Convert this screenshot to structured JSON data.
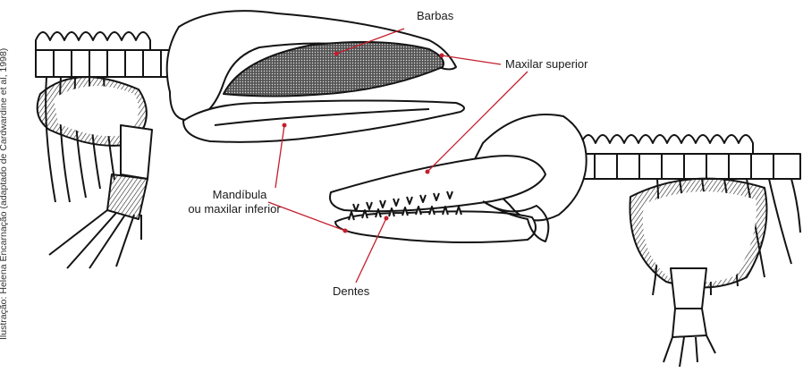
{
  "labels": {
    "baleen": "Barbas",
    "upper_jaw": "Maxilar superior",
    "lower_jaw_line1": "Mandíbula",
    "lower_jaw_line2": "ou maxilar inferior",
    "teeth": "Dentes"
  },
  "credit": "Ilustração: Helena Encarnação (adaptado de Cardwardine et al, 1998)",
  "colors": {
    "leader": "#c41e2e",
    "ink": "#141414",
    "bone": "#ffffff",
    "shade": "#cfcfcf"
  }
}
